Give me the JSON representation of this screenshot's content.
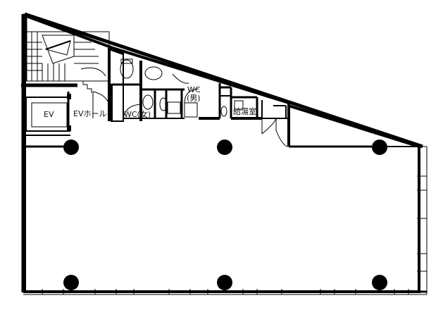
{
  "plan": {
    "labels": {
      "ev": "EV",
      "ev_hall": "EVホール",
      "wc_women": "WC(女)",
      "wc_men_line1": "WC",
      "wc_men_line2": "(男)",
      "kitchenette": "給湯室"
    }
  }
}
